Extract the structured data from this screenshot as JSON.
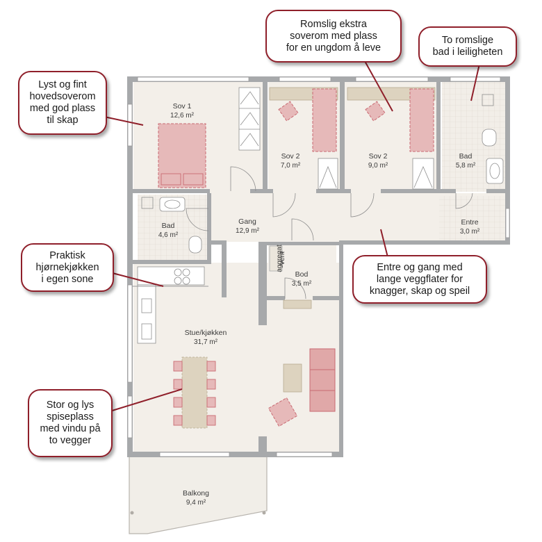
{
  "colors": {
    "wall": "#a7a9ab",
    "floor": "#f3efe9",
    "tile": "#e7e2da",
    "balcony": "#f1eee8",
    "furniture_red": "#e6b9b9",
    "furniture_red_border": "#c96a72",
    "furniture_beige": "#ddd3bf",
    "callout_border": "#8f1f2a"
  },
  "rooms": [
    {
      "id": "sov1",
      "name": "Sov 1",
      "area": "12,6 m²"
    },
    {
      "id": "sov2a",
      "name": "Sov 2",
      "area": "7,0 m²"
    },
    {
      "id": "sov2b",
      "name": "Sov 2",
      "area": "9,0 m²"
    },
    {
      "id": "bad_right",
      "name": "Bad",
      "area": "5,8 m²"
    },
    {
      "id": "bad_left",
      "name": "Bad",
      "area": "4,6 m²"
    },
    {
      "id": "gang",
      "name": "Gang",
      "area": "12,9 m²"
    },
    {
      "id": "entre",
      "name": "Entre",
      "area": "3,0 m²"
    },
    {
      "id": "bod",
      "name": "Bod",
      "area": "3,5 m²"
    },
    {
      "id": "stue",
      "name": "Stue/kjøkken",
      "area": "31,7 m²"
    },
    {
      "id": "balkong",
      "name": "Balkong",
      "area": "9,4 m²"
    }
  ],
  "labels": {
    "vent": "Vent",
    "aggregat": "aggregat"
  },
  "callouts": [
    {
      "id": "hovedsoverom",
      "text": "Lyst og fint\nhovedsoverom\nmed god plass\ntil skap"
    },
    {
      "id": "ekstra-soverom",
      "text": "Romslig ekstra\nsoverom med plass\nfor en ungdom å leve"
    },
    {
      "id": "to-bad",
      "text": "To romslige\nbad i leiligheten"
    },
    {
      "id": "hjornekjokken",
      "text": "Praktisk\nhjørnekjøkken\ni egen sone"
    },
    {
      "id": "entre-gang",
      "text": "Entre og gang med\nlange veggflater for\nknagger, skap og speil"
    },
    {
      "id": "spiseplass",
      "text": "Stor og lys\nspiseplass\nmed vindu på\nto vegger"
    }
  ]
}
